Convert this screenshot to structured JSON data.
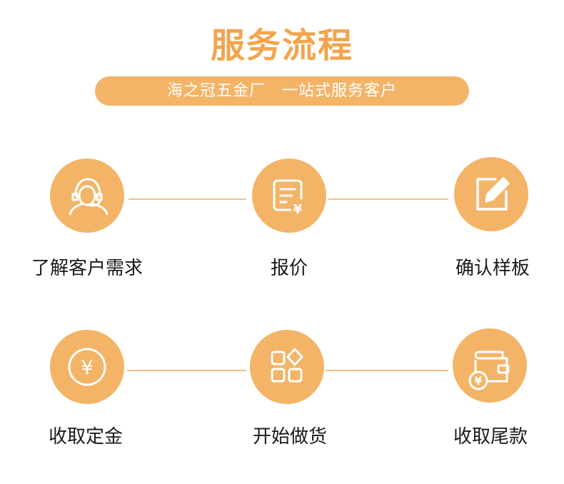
{
  "header": {
    "title": "服务流程",
    "subtitle": "海之冠五金厂　一站式服务客户"
  },
  "colors": {
    "accent": "#f3b467",
    "title": "#f2a54d",
    "line": "#f4c184",
    "icon": "#ffffff"
  },
  "steps": [
    {
      "label": "了解客户需求",
      "icon": "customer-service-icon"
    },
    {
      "label": "报价",
      "icon": "quote-document-icon"
    },
    {
      "label": "确认样板",
      "icon": "edit-icon"
    },
    {
      "label": "收取定金",
      "icon": "yen-coin-icon"
    },
    {
      "label": "开始做货",
      "icon": "production-blocks-icon"
    },
    {
      "label": "收取尾款",
      "icon": "wallet-icon"
    }
  ]
}
